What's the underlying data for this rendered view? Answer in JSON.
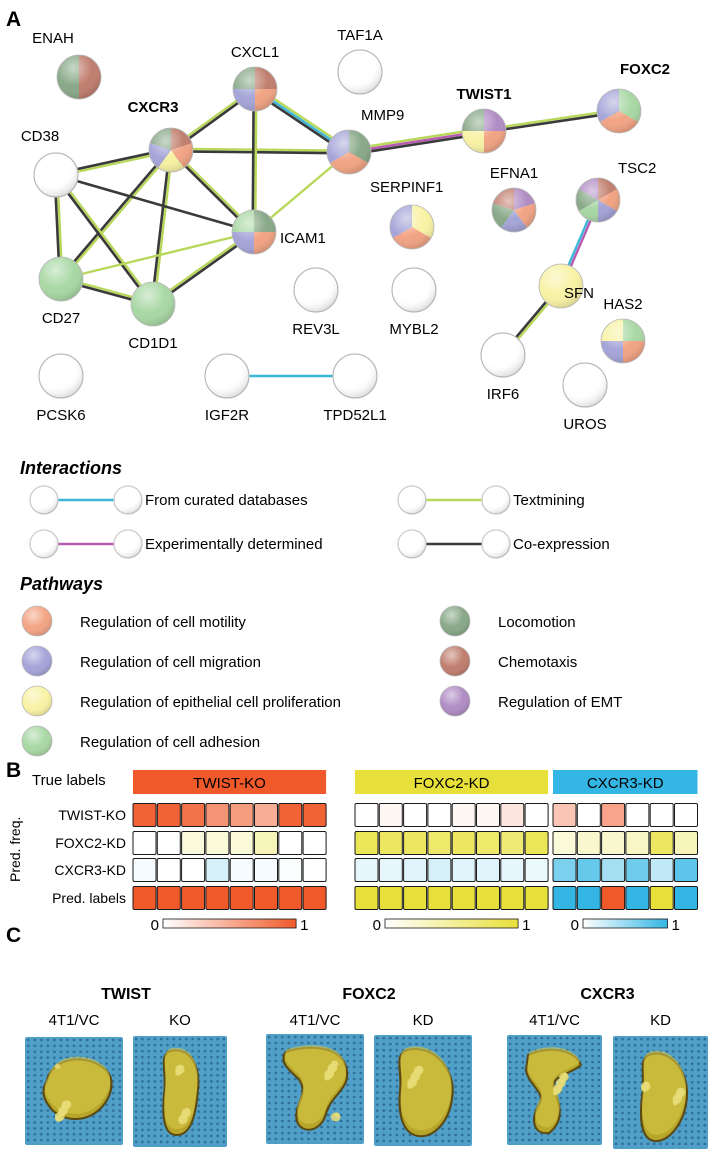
{
  "panel_labels": {
    "a": "A",
    "b": "B",
    "c": "C"
  },
  "colors": {
    "motility": "#f2a484",
    "migration": "#a4a4d8",
    "epithelial": "#f8f2a4",
    "adhesion": "#a8d8a4",
    "locomotion": "#88a888",
    "chemotaxis": "#c07e6e",
    "emt": "#b08cc4",
    "empty": "#ffffff",
    "edge_curated": "#3db6d8",
    "edge_experimental": "#b85ab0",
    "edge_textmining": "#b8d85a",
    "edge_coexpression": "#3a3a3a",
    "twist": "#f05a2a",
    "foxc2": "#e8e03a",
    "cxcr3": "#33b6e4"
  },
  "network": {
    "nodes": [
      {
        "id": "ENAH",
        "label": "ENAH",
        "bold": false,
        "pathways": [
          "chemotaxis",
          "locomotion"
        ]
      },
      {
        "id": "CXCL1",
        "label": "CXCL1",
        "bold": false,
        "pathways": [
          "chemotaxis",
          "motility",
          "migration",
          "locomotion"
        ]
      },
      {
        "id": "TAF1A",
        "label": "TAF1A",
        "bold": false,
        "pathways": []
      },
      {
        "id": "CXCR3",
        "label": "CXCR3",
        "bold": true,
        "pathways": [
          "chemotaxis",
          "motility",
          "epithelial",
          "migration",
          "locomotion"
        ]
      },
      {
        "id": "MMP9",
        "label": "MMP9",
        "bold": false,
        "pathways": [
          "locomotion",
          "motility",
          "migration"
        ]
      },
      {
        "id": "TWIST1",
        "label": "TWIST1",
        "bold": true,
        "pathways": [
          "emt",
          "motility",
          "epithelial",
          "locomotion"
        ]
      },
      {
        "id": "FOXC2",
        "label": "FOXC2",
        "bold": true,
        "pathways": [
          "adhesion",
          "motility",
          "migration"
        ]
      },
      {
        "id": "CD38",
        "label": "CD38",
        "bold": false,
        "pathways": []
      },
      {
        "id": "EFNA1",
        "label": "EFNA1",
        "bold": false,
        "pathways": [
          "emt",
          "motility",
          "migration",
          "locomotion",
          "chemotaxis"
        ]
      },
      {
        "id": "TSC2",
        "label": "TSC2",
        "bold": false,
        "pathways": [
          "chemotaxis",
          "motility",
          "migration",
          "adhesion",
          "locomotion",
          "emt"
        ]
      },
      {
        "id": "SERPINF1",
        "label": "SERPINF1",
        "bold": false,
        "pathways": [
          "epithelial",
          "motility",
          "migration"
        ]
      },
      {
        "id": "ICAM1",
        "label": "ICAM1",
        "bold": false,
        "pathways": [
          "locomotion",
          "motility",
          "migration",
          "adhesion"
        ]
      },
      {
        "id": "SFN",
        "label": "SFN",
        "bold": false,
        "pathways": [
          "epithelial"
        ]
      },
      {
        "id": "CD27",
        "label": "CD27",
        "bold": false,
        "pathways": [
          "adhesion"
        ]
      },
      {
        "id": "REV3L",
        "label": "REV3L",
        "bold": false,
        "pathways": []
      },
      {
        "id": "MYBL2",
        "label": "MYBL2",
        "bold": false,
        "pathways": []
      },
      {
        "id": "HAS2",
        "label": "HAS2",
        "bold": false,
        "pathways": [
          "adhesion",
          "motility",
          "migration",
          "epithelial"
        ]
      },
      {
        "id": "CD1D1",
        "label": "CD1D1",
        "bold": false,
        "pathways": [
          "adhesion"
        ]
      },
      {
        "id": "IRF6",
        "label": "IRF6",
        "bold": false,
        "pathways": []
      },
      {
        "id": "PCSK6",
        "label": "PCSK6",
        "bold": false,
        "pathways": []
      },
      {
        "id": "IGF2R",
        "label": "IGF2R",
        "bold": false,
        "pathways": []
      },
      {
        "id": "TPD52L1",
        "label": "TPD52L1",
        "bold": false,
        "pathways": []
      },
      {
        "id": "UROS",
        "label": "UROS",
        "bold": false,
        "pathways": []
      }
    ],
    "edges": [
      {
        "from": "CXCR3",
        "to": "CXCL1",
        "types": [
          "textmining",
          "coexpression"
        ]
      },
      {
        "from": "CXCR3",
        "to": "MMP9",
        "types": [
          "textmining",
          "coexpression"
        ]
      },
      {
        "from": "CXCR3",
        "to": "ICAM1",
        "types": [
          "textmining",
          "coexpression"
        ]
      },
      {
        "from": "CXCR3",
        "to": "CD38",
        "types": [
          "textmining",
          "coexpression"
        ]
      },
      {
        "from": "CXCR3",
        "to": "CD27",
        "types": [
          "textmining",
          "coexpression"
        ]
      },
      {
        "from": "CXCR3",
        "to": "CD1D1",
        "types": [
          "textmining",
          "coexpression"
        ]
      },
      {
        "from": "CXCL1",
        "to": "MMP9",
        "types": [
          "textmining",
          "curated",
          "coexpression"
        ]
      },
      {
        "from": "CXCL1",
        "to": "ICAM1",
        "types": [
          "textmining",
          "coexpression"
        ]
      },
      {
        "from": "MMP9",
        "to": "ICAM1",
        "types": [
          "textmining"
        ]
      },
      {
        "from": "MMP9",
        "to": "TWIST1",
        "types": [
          "textmining",
          "experimental",
          "coexpression"
        ]
      },
      {
        "from": "TWIST1",
        "to": "FOXC2",
        "types": [
          "textmining",
          "coexpression"
        ]
      },
      {
        "from": "CD38",
        "to": "ICAM1",
        "types": [
          "coexpression"
        ]
      },
      {
        "from": "CD38",
        "to": "CD27",
        "types": [
          "textmining",
          "coexpression"
        ]
      },
      {
        "from": "CD38",
        "to": "CD1D1",
        "types": [
          "textmining",
          "coexpression"
        ]
      },
      {
        "from": "CD27",
        "to": "CD1D1",
        "types": [
          "textmining",
          "coexpression"
        ]
      },
      {
        "from": "CD27",
        "to": "ICAM1",
        "types": [
          "textmining"
        ]
      },
      {
        "from": "CD1D1",
        "to": "ICAM1",
        "types": [
          "textmining",
          "coexpression"
        ]
      },
      {
        "from": "TSC2",
        "to": "SFN",
        "types": [
          "experimental",
          "curated"
        ]
      },
      {
        "from": "SFN",
        "to": "IRF6",
        "types": [
          "textmining",
          "coexpression"
        ]
      },
      {
        "from": "IGF2R",
        "to": "TPD52L1",
        "types": [
          "curated"
        ]
      }
    ]
  },
  "interactions_legend": {
    "title": "Interactions",
    "items": [
      {
        "key": "curated",
        "label": "From curated databases"
      },
      {
        "key": "textmining",
        "label": "Textmining"
      },
      {
        "key": "experimental",
        "label": "Experimentally determined"
      },
      {
        "key": "coexpression",
        "label": "Co-expression"
      }
    ]
  },
  "pathways_legend": {
    "title": "Pathways",
    "items": [
      {
        "key": "motility",
        "label": "Regulation of cell motility"
      },
      {
        "key": "locomotion",
        "label": "Locomotion"
      },
      {
        "key": "migration",
        "label": "Regulation of cell migration"
      },
      {
        "key": "chemotaxis",
        "label": "Chemotaxis"
      },
      {
        "key": "epithelial",
        "label": "Regulation of epithelial cell proliferation"
      },
      {
        "key": "emt",
        "label": "Regulation of EMT"
      },
      {
        "key": "adhesion",
        "label": "Regulation of cell adhesion"
      }
    ]
  },
  "heatmap": {
    "true_labels_title": "True labels",
    "y_axis_label": "Pred. freq.",
    "row_labels": [
      "TWIST-KO",
      "FOXC2-KD",
      "CXCR3-KD",
      "Pred. labels"
    ],
    "scale_min": "0",
    "scale_max": "1",
    "groups": [
      {
        "name": "TWIST-KO",
        "color_key": "twist",
        "freq": [
          [
            0.95,
            0.95,
            0.85,
            0.65,
            0.6,
            0.5,
            0.95,
            0.95
          ],
          [
            0.0,
            0.0,
            0.18,
            0.2,
            0.2,
            0.35,
            0.0,
            0.0
          ],
          [
            0.05,
            0.0,
            0.0,
            0.2,
            0.05,
            0.05,
            0.02,
            0.0
          ]
        ],
        "pred": [
          "twist",
          "twist",
          "twist",
          "twist",
          "twist",
          "twist",
          "twist",
          "twist"
        ]
      },
      {
        "name": "FOXC2-KD",
        "color_key": "foxc2",
        "freq": [
          [
            0.0,
            0.05,
            0.0,
            0.0,
            0.05,
            0.05,
            0.15,
            0.0
          ],
          [
            0.85,
            0.8,
            0.8,
            0.75,
            0.8,
            0.75,
            0.7,
            0.85
          ],
          [
            0.12,
            0.12,
            0.15,
            0.2,
            0.15,
            0.15,
            0.12,
            0.1
          ]
        ],
        "pred": [
          "foxc2",
          "foxc2",
          "foxc2",
          "foxc2",
          "foxc2",
          "foxc2",
          "foxc2",
          "foxc2"
        ]
      },
      {
        "name": "CXCR3-KD",
        "color_key": "cxcr3",
        "freq": [
          [
            0.35,
            0.0,
            0.55,
            0.0,
            0.0,
            0.0
          ],
          [
            0.2,
            0.25,
            0.25,
            0.3,
            0.8,
            0.35
          ],
          [
            0.65,
            0.75,
            0.45,
            0.7,
            0.3,
            0.8
          ]
        ],
        "pred": [
          "cxcr3",
          "cxcr3",
          "twist",
          "cxcr3",
          "foxc2",
          "cxcr3"
        ]
      }
    ]
  },
  "tumor_photos": {
    "groups": [
      {
        "title": "TWIST",
        "labels": [
          "4T1/VC",
          "KO"
        ]
      },
      {
        "title": "FOXC2",
        "labels": [
          "4T1/VC",
          "KD"
        ]
      },
      {
        "title": "CXCR3",
        "labels": [
          "4T1/VC",
          "KD"
        ]
      }
    ]
  }
}
